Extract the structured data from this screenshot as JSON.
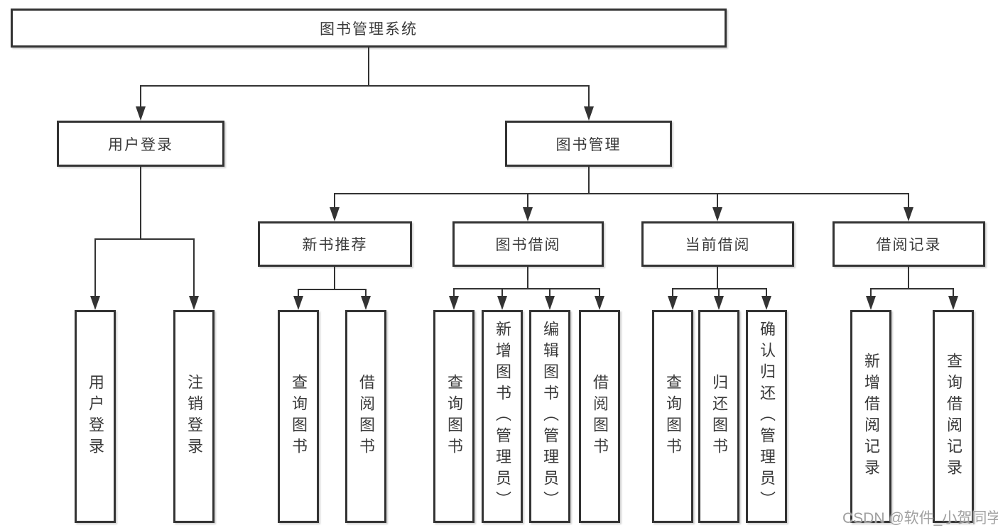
{
  "tree": {
    "label": "图书管理系统",
    "children": [
      {
        "label": "用户登录",
        "children": [
          {
            "label": "用户登录"
          },
          {
            "label": "注销登录"
          }
        ]
      },
      {
        "label": "图书管理",
        "children": [
          {
            "label": "新书推荐",
            "children": [
              {
                "label": "查询图书"
              },
              {
                "label": "借阅图书"
              }
            ]
          },
          {
            "label": "图书借阅",
            "children": [
              {
                "label": "查询图书"
              },
              {
                "label": "新增图书（管理员）"
              },
              {
                "label": "编辑图书（管理员）"
              },
              {
                "label": "借阅图书"
              }
            ]
          },
          {
            "label": "当前借阅",
            "children": [
              {
                "label": "查询图书"
              },
              {
                "label": "归还图书"
              },
              {
                "label": "确认归还（管理员）"
              }
            ]
          },
          {
            "label": "借阅记录",
            "children": [
              {
                "label": "新增借阅记录"
              },
              {
                "label": "查询借阅记录"
              }
            ]
          }
        ]
      }
    ]
  },
  "watermark": {
    "text": "CSDN @软件_小贺同学",
    "color": "#a0a0a0"
  },
  "colors": {
    "line": "#333333",
    "text": "#3a3a3a",
    "box_fill": "#ffffff"
  }
}
